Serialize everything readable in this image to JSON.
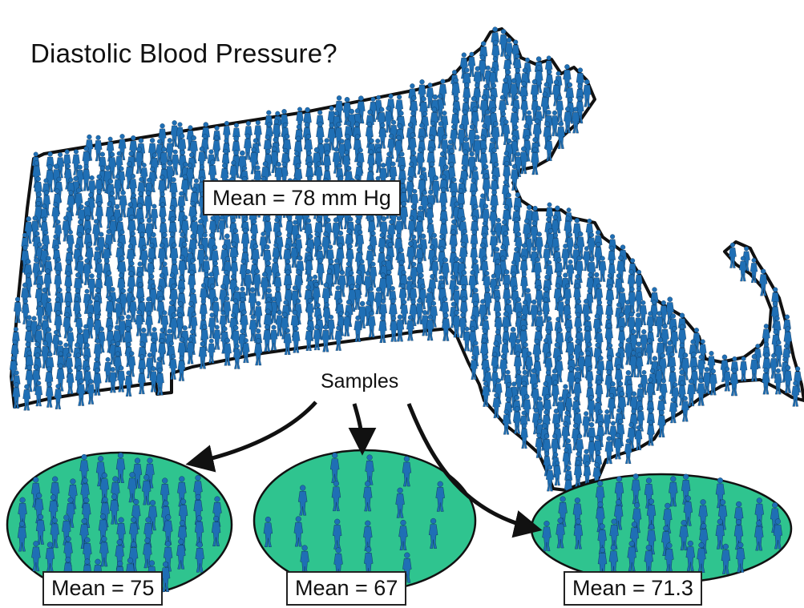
{
  "title": "Diastolic Blood Pressure?",
  "population": {
    "mean_label": "Mean = 78 mm Hg",
    "fill_color": "#1f6fb5",
    "outline_color": "#111111"
  },
  "samples_label": "Samples",
  "samples": [
    {
      "mean_label": "Mean = 75"
    },
    {
      "mean_label": "Mean = 67"
    },
    {
      "mean_label": "Mean = 71.3"
    }
  ],
  "sample_fill_color": "#2fc48f",
  "person_color": "#1f6fb5",
  "icons": [
    "person-icon",
    "arrow-icon",
    "map-outline-icon"
  ]
}
